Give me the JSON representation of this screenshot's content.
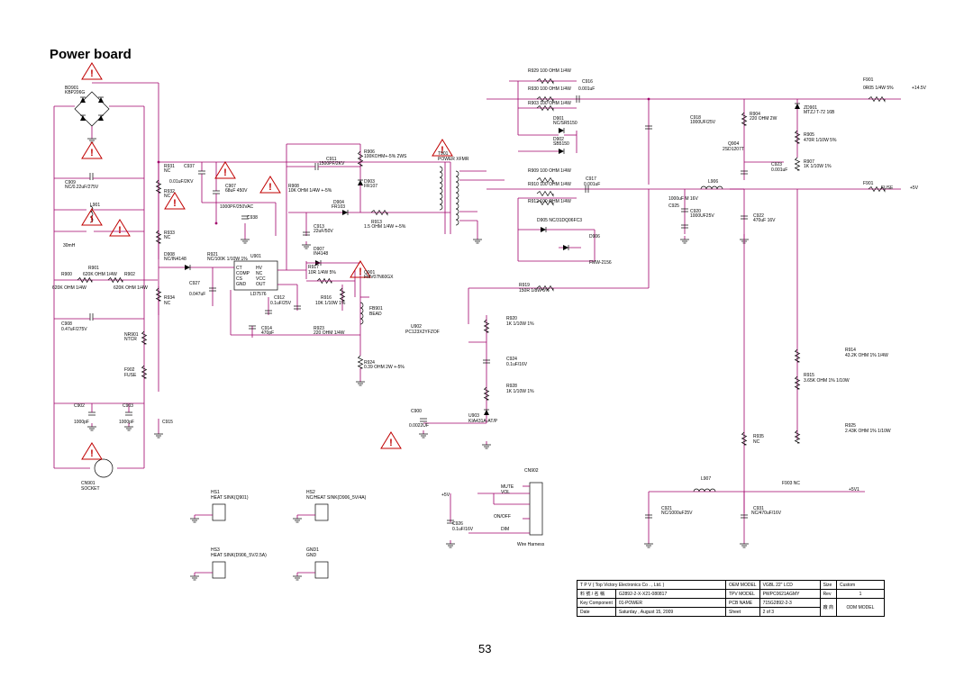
{
  "page": {
    "heading": "Power board",
    "page_number": "53"
  },
  "schematic": {
    "labels": [
      {
        "id": "bd901",
        "text": "BD901"
      },
      {
        "id": "bd901v",
        "text": "KBP206G"
      },
      {
        "id": "c909",
        "text": "C909"
      },
      {
        "id": "c909v",
        "text": "NC/0.22uF/275V"
      },
      {
        "id": "l901",
        "text": "L901"
      },
      {
        "id": "l901v",
        "text": "30mH"
      },
      {
        "id": "r901",
        "text": "R901"
      },
      {
        "id": "r900",
        "text": "R900"
      },
      {
        "id": "r901v",
        "text": "620K OHM 1/4W"
      },
      {
        "id": "r902",
        "text": "R902"
      },
      {
        "id": "r900v",
        "text": "620K OHM 1/4W"
      },
      {
        "id": "r902v",
        "text": "620K OHM 1/4W"
      },
      {
        "id": "c908",
        "text": "C908"
      },
      {
        "id": "c908v",
        "text": "0.47uF/275V"
      },
      {
        "id": "nr901",
        "text": "NR901"
      },
      {
        "id": "nr901v",
        "text": "NTCR"
      },
      {
        "id": "f902",
        "text": "F902"
      },
      {
        "id": "f902v",
        "text": "FUSE"
      },
      {
        "id": "c902",
        "text": "C902"
      },
      {
        "id": "c902v",
        "text": "1000pF"
      },
      {
        "id": "c903",
        "text": "C903"
      },
      {
        "id": "c903v",
        "text": "1000pF"
      },
      {
        "id": "c915",
        "text": "C915"
      },
      {
        "id": "cn901",
        "text": "CN901"
      },
      {
        "id": "cn901v",
        "text": "SOCKET"
      },
      {
        "id": "r931",
        "text": "R931"
      },
      {
        "id": "r931v",
        "text": "NC"
      },
      {
        "id": "r932",
        "text": "R932"
      },
      {
        "id": "r932v",
        "text": "NC"
      },
      {
        "id": "r933",
        "text": "R933"
      },
      {
        "id": "r933v",
        "text": "NC"
      },
      {
        "id": "c937",
        "text": "C937"
      },
      {
        "id": "c937v",
        "text": "0.01uF/2KV"
      },
      {
        "id": "c907",
        "text": "C907"
      },
      {
        "id": "c907v",
        "text": "68uF 450V"
      },
      {
        "id": "c938",
        "text": "C938"
      },
      {
        "id": "c938v",
        "text": "1000PF/250VAC"
      },
      {
        "id": "d908",
        "text": "D908"
      },
      {
        "id": "d908v",
        "text": "NC/IN4148"
      },
      {
        "id": "r921",
        "text": "R921"
      },
      {
        "id": "r921v",
        "text": "NC/100K 1/10W 1%"
      },
      {
        "id": "u901",
        "text": "U901"
      },
      {
        "id": "u901v",
        "text": "LD7576"
      },
      {
        "id": "u901p1",
        "text": "CT"
      },
      {
        "id": "u901p2",
        "text": "COMP"
      },
      {
        "id": "u901p3",
        "text": "CS"
      },
      {
        "id": "u901p4",
        "text": "GND"
      },
      {
        "id": "u901p5",
        "text": "HV"
      },
      {
        "id": "u901p6",
        "text": "NC"
      },
      {
        "id": "u901p7",
        "text": "VCC"
      },
      {
        "id": "u901p8",
        "text": "OUT"
      },
      {
        "id": "c927",
        "text": "C927"
      },
      {
        "id": "c927v",
        "text": "0.047uF"
      },
      {
        "id": "r934",
        "text": "R934"
      },
      {
        "id": "r934v",
        "text": "NC"
      },
      {
        "id": "r908",
        "text": "R908"
      },
      {
        "id": "r908v",
        "text": "10K OHM 1/4W +-5%"
      },
      {
        "id": "r906",
        "text": "R906"
      },
      {
        "id": "r906v",
        "text": "100KOHM+-5% 2WS"
      },
      {
        "id": "c911",
        "text": "C911"
      },
      {
        "id": "c911v",
        "text": "1500PF/2KV"
      },
      {
        "id": "d903",
        "text": "D903"
      },
      {
        "id": "d903v",
        "text": "FR107"
      },
      {
        "id": "d904",
        "text": "D904"
      },
      {
        "id": "d904v",
        "text": "FR103"
      },
      {
        "id": "c913",
        "text": "C913"
      },
      {
        "id": "c913v",
        "text": "22uF/50V"
      },
      {
        "id": "d907",
        "text": "D907"
      },
      {
        "id": "d907v",
        "text": "IN4148"
      },
      {
        "id": "r917",
        "text": "R917"
      },
      {
        "id": "r917v",
        "text": "10R 1/4W 5%"
      },
      {
        "id": "q901",
        "text": "Q901"
      },
      {
        "id": "q901v",
        "text": "FMV07N60GX"
      },
      {
        "id": "c912",
        "text": "C912"
      },
      {
        "id": "c912v",
        "text": "0.1uF/25V"
      },
      {
        "id": "r916",
        "text": "R916"
      },
      {
        "id": "r916v",
        "text": "10K 1/10W 1%"
      },
      {
        "id": "fb901",
        "text": "FB901"
      },
      {
        "id": "fb901v",
        "text": "BEAD"
      },
      {
        "id": "c914",
        "text": "C914"
      },
      {
        "id": "c914v",
        "text": "470pF"
      },
      {
        "id": "r923",
        "text": "R923"
      },
      {
        "id": "r923v",
        "text": "220 OHM 1/4W"
      },
      {
        "id": "r924",
        "text": "R924"
      },
      {
        "id": "r924v",
        "text": "0.39 OHM 2W +-5%"
      },
      {
        "id": "r913",
        "text": "R913"
      },
      {
        "id": "r913v",
        "text": "1.5 OHM 1/4W +-5%"
      },
      {
        "id": "t901",
        "text": "T901"
      },
      {
        "id": "t901v",
        "text": "POWER XFMR"
      },
      {
        "id": "r929",
        "text": "R929 100 OHM 1/4W"
      },
      {
        "id": "r930",
        "text": "R930 100 OHM 1/4W"
      },
      {
        "id": "c916",
        "text": "C916"
      },
      {
        "id": "c916v",
        "text": "0.001uF"
      },
      {
        "id": "r903",
        "text": "R903 100 OHM 1/4W"
      },
      {
        "id": "d901",
        "text": "D901"
      },
      {
        "id": "d901v",
        "text": "NC/SR5150"
      },
      {
        "id": "d902",
        "text": "D902"
      },
      {
        "id": "d902v",
        "text": "SB5150"
      },
      {
        "id": "r909",
        "text": "R909 100 OHM 1/4W"
      },
      {
        "id": "r910",
        "text": "R910 100 OHM 1/4W"
      },
      {
        "id": "c917",
        "text": "C917"
      },
      {
        "id": "c917v",
        "text": "0.001uF"
      },
      {
        "id": "r912",
        "text": "R912 100 OHM 1/4W"
      },
      {
        "id": "d905",
        "text": "D905 NC/31DQ06FC3"
      },
      {
        "id": "d906",
        "text": "D906"
      },
      {
        "id": "d906v",
        "text": "FMW-2156"
      },
      {
        "id": "c918",
        "text": "C918"
      },
      {
        "id": "c918v",
        "text": "1000UF/25V"
      },
      {
        "id": "r904",
        "text": "R904"
      },
      {
        "id": "r904v",
        "text": "220 OHM 2W"
      },
      {
        "id": "zd901",
        "text": "ZD901"
      },
      {
        "id": "zd901v",
        "text": "MTZJ T-72 16B"
      },
      {
        "id": "r905",
        "text": "R905"
      },
      {
        "id": "r905v",
        "text": "470R 1/10W 5%"
      },
      {
        "id": "q904",
        "text": "Q904"
      },
      {
        "id": "q904v",
        "text": "2SD1207T"
      },
      {
        "id": "r907",
        "text": "R907"
      },
      {
        "id": "r907v",
        "text": "1K 1/10W 1%"
      },
      {
        "id": "c923",
        "text": "C923"
      },
      {
        "id": "c923v",
        "text": "0.001uF"
      },
      {
        "id": "f901",
        "text": "F901"
      },
      {
        "id": "f901v",
        "text": "0R05 1/4W 5%"
      },
      {
        "id": "v14",
        "text": "+14.5V"
      },
      {
        "id": "l906",
        "text": "L906"
      },
      {
        "id": "c919",
        "text": "1000uF M 16V"
      },
      {
        "id": "c925",
        "text": "C925"
      },
      {
        "id": "c920",
        "text": "C920"
      },
      {
        "id": "c920v",
        "text": "1000UF25V"
      },
      {
        "id": "c922",
        "text": "C922"
      },
      {
        "id": "c922v",
        "text": "470uF 16V"
      },
      {
        "id": "f901b",
        "text": "F901"
      },
      {
        "id": "fuse5",
        "text": "FUSE"
      },
      {
        "id": "v5",
        "text": "+5V"
      },
      {
        "id": "r919",
        "text": "R919"
      },
      {
        "id": "r919v",
        "text": "150R 1/8W 5%"
      },
      {
        "id": "u902",
        "text": "U902"
      },
      {
        "id": "u902v",
        "text": "PC123X2YFZOF"
      },
      {
        "id": "r920",
        "text": "R920"
      },
      {
        "id": "r920v",
        "text": "1K 1/10W 1%"
      },
      {
        "id": "c924",
        "text": "C924"
      },
      {
        "id": "c924v",
        "text": "0.1uF/16V"
      },
      {
        "id": "r928",
        "text": "R928"
      },
      {
        "id": "r928v",
        "text": "1K 1/10W 1%"
      },
      {
        "id": "u903",
        "text": "U903"
      },
      {
        "id": "u903v",
        "text": "KIA431A-AT/P"
      },
      {
        "id": "c900",
        "text": "C900"
      },
      {
        "id": "c900v",
        "text": "0.0022UF"
      },
      {
        "id": "r914",
        "text": "R914"
      },
      {
        "id": "r914v",
        "text": "43.2K OHM 1% 1/4W"
      },
      {
        "id": "r915",
        "text": "R915"
      },
      {
        "id": "r915v",
        "text": "3.65K OHM 1% 1/10W"
      },
      {
        "id": "r925",
        "text": "R925"
      },
      {
        "id": "r925v",
        "text": "2.43K OHM 1% 1/10W"
      },
      {
        "id": "r935",
        "text": "R935"
      },
      {
        "id": "r935v",
        "text": "NC"
      },
      {
        "id": "cn902",
        "text": "CN902"
      },
      {
        "id": "v5b",
        "text": "+5V"
      },
      {
        "id": "mute",
        "text": "MUTE"
      },
      {
        "id": "vol",
        "text": "VOL"
      },
      {
        "id": "onoff",
        "text": "ON/OFF"
      },
      {
        "id": "dim",
        "text": "DIM"
      },
      {
        "id": "c926",
        "text": "C926"
      },
      {
        "id": "c926v",
        "text": "0.1uF/16V"
      },
      {
        "id": "wireh",
        "text": "Wire Harness"
      },
      {
        "id": "l907",
        "text": "L907"
      },
      {
        "id": "f903",
        "text": "F903 NC"
      },
      {
        "id": "v5v1",
        "text": "+5V1"
      },
      {
        "id": "c921",
        "text": "C921"
      },
      {
        "id": "c921v",
        "text": "NC/1000uF25V"
      },
      {
        "id": "c931",
        "text": "C931"
      },
      {
        "id": "c931v",
        "text": "NC/470uF/16V"
      },
      {
        "id": "hs1",
        "text": "HS1"
      },
      {
        "id": "hs1v",
        "text": "HEAT SINK(Q901)"
      },
      {
        "id": "hs2",
        "text": "HS2"
      },
      {
        "id": "hs2v",
        "text": "NC/HEAT SINK(D906_5V/4A)"
      },
      {
        "id": "hs3",
        "text": "HS3"
      },
      {
        "id": "hs3v",
        "text": "HEAT SINK(D906_5V/2.5A)"
      },
      {
        "id": "gnd1",
        "text": "GND1"
      },
      {
        "id": "gnd1v",
        "text": "GND"
      }
    ]
  },
  "title_block": {
    "company": "T P V  ( Top  Victory  Electronics  Co . , Ltd. )",
    "oem_model_label": "OEM MODEL",
    "oem_model_value": "VGBL 22\" LCD",
    "size_label": "Size",
    "size_value": "Custom",
    "part_no": "G2892-2-X-X21-080817",
    "tpv_model_label": "TPV MODEL",
    "tpv_model_value": "PWPC0621AGMY",
    "rev_label": "Rev",
    "rev_value": "1",
    "key_component_label": "Key Component",
    "key_component_value": "01-POWER",
    "pcb_name_label": "PCB NAME",
    "pcb_name_value": "715G2892-2-3",
    "odm_model": "ODM MODEL",
    "date_label": "Date",
    "date_value": "Saturday , August 15, 2009",
    "sheet_label": "Sheet",
    "sheet_value": "2  of   3"
  }
}
